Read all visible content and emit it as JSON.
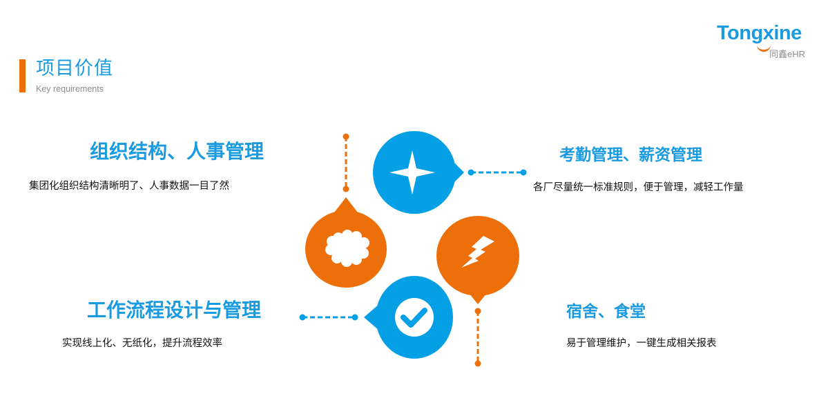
{
  "header": {
    "title_cn": "项目价值",
    "title_en": "Key requirements",
    "accent_color": "#ED6F09",
    "title_color": "#1A9BE0"
  },
  "logo": {
    "brand": "Tongxine",
    "subtitle": "同鑫eHR",
    "brand_color": "#1A9BE0",
    "smile_color": "#ED6F09"
  },
  "colors": {
    "blue": "#049FE5",
    "orange": "#ED6F09",
    "heading": "#1A9BE0",
    "body": "#111111"
  },
  "items": [
    {
      "title": "组织结构、人事管理",
      "description": "集团化组织结构清晰明了、人事数据一目了然",
      "icon": "cloud-icon",
      "bubble_color": "orange",
      "position": "top-left"
    },
    {
      "title": "考勤管理、薪资管理",
      "description": "各厂尽量统一标准规则，便于管理，减轻工作量",
      "icon": "sparkle-star-icon",
      "bubble_color": "blue",
      "position": "top-right"
    },
    {
      "title": "工作流程设计与管理",
      "description": "实现线上化、无纸化，提升流程效率",
      "icon": "checkmark-icon",
      "bubble_color": "blue",
      "position": "bottom-left"
    },
    {
      "title": "宿舍、食堂",
      "description": "易于管理维护，一键生成相关报表",
      "icon": "lightning-icon",
      "bubble_color": "orange",
      "position": "bottom-right"
    }
  ]
}
